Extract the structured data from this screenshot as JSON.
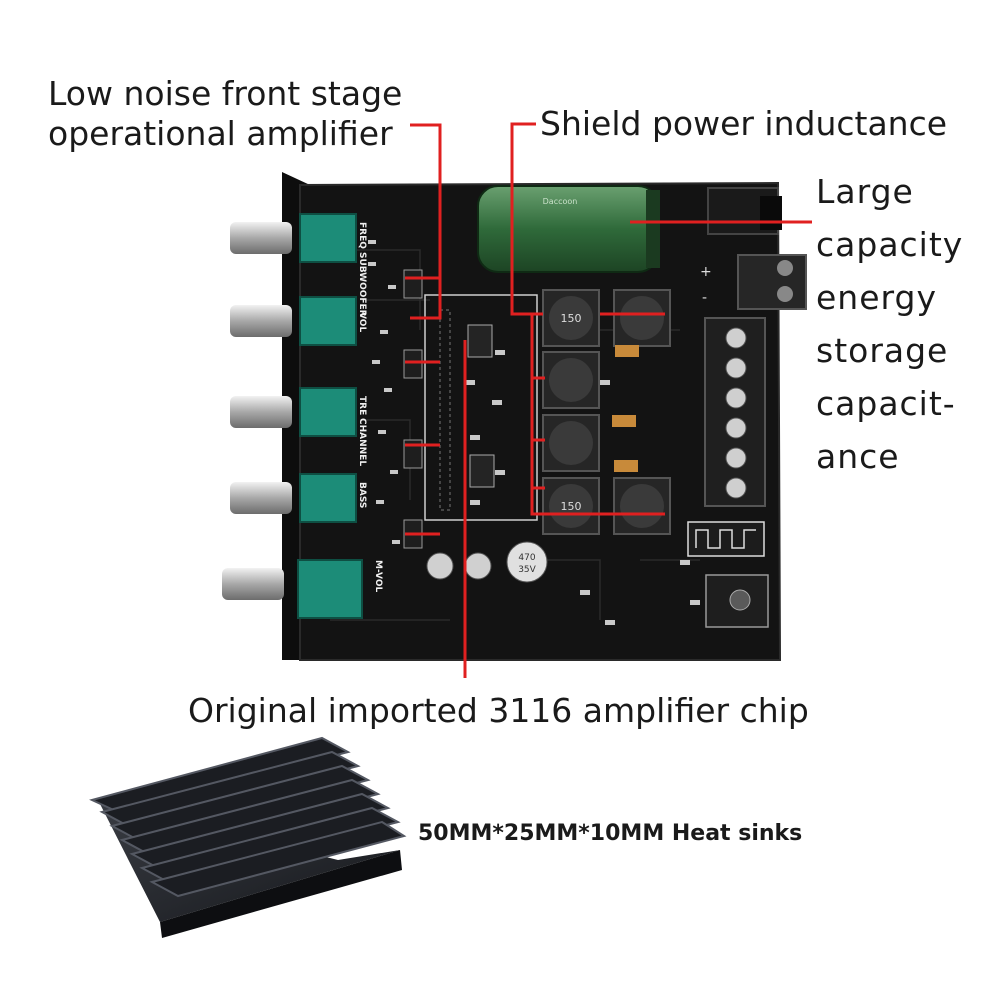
{
  "annotations": {
    "op_amp_line1": "Low noise front stage",
    "op_amp_line2": "operational amplifier",
    "inductance": "Shield power inductance",
    "capacitor_lines": [
      "Large",
      "capacity",
      "energy",
      "storage",
      "capacit-",
      "ance"
    ],
    "chip": "Original imported 3116 amplifier chip",
    "heatsink": "50MM*25MM*10MM Heat sinks"
  },
  "board_markings": {
    "freq": "FREQ",
    "subwoofer": "SUBWOOFER",
    "vol": "VOL",
    "tre": "TRE",
    "channel": "CHANNEL",
    "bass": "BASS",
    "mvol": "M-VOL",
    "cap_value": "470",
    "cap_voltage": "35V",
    "inductor_code": "150",
    "plus": "+",
    "minus": "-"
  },
  "colors": {
    "pointer": "#e02020",
    "board": "#111111",
    "knob_body": "#1c8c78",
    "metal": "#b8b8b8"
  }
}
